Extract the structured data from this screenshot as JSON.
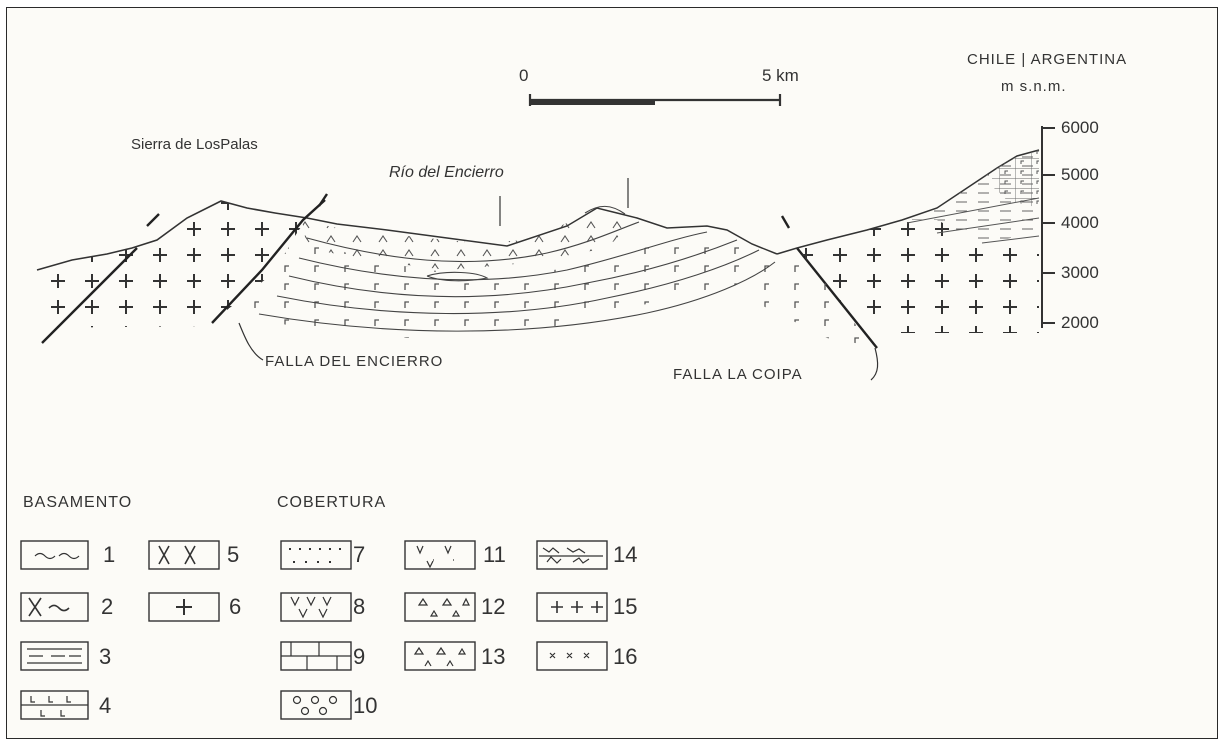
{
  "scale_bar": {
    "start": "0",
    "end": "5 km"
  },
  "header": {
    "country": "CHILE | ARGENTINA",
    "unit": "m s.n.m."
  },
  "elevation_ticks": [
    "6000",
    "5000",
    "4000",
    "3000",
    "2000"
  ],
  "places": {
    "sierra": "Sierra de LosPalas",
    "river": "Río del Encierro",
    "fault_west": "FALLA DEL ENCIERRO",
    "fault_east": "FALLA LA COIPA"
  },
  "legend": {
    "basamento_title": "BASAMENTO",
    "cobertura_title": "COBERTURA",
    "numbers": [
      "1",
      "2",
      "3",
      "4",
      "5",
      "6",
      "7",
      "8",
      "9",
      "10",
      "11",
      "12",
      "13",
      "14",
      "15",
      "16"
    ]
  },
  "colors": {
    "ink": "#333333",
    "paper": "#fcfbf7"
  }
}
